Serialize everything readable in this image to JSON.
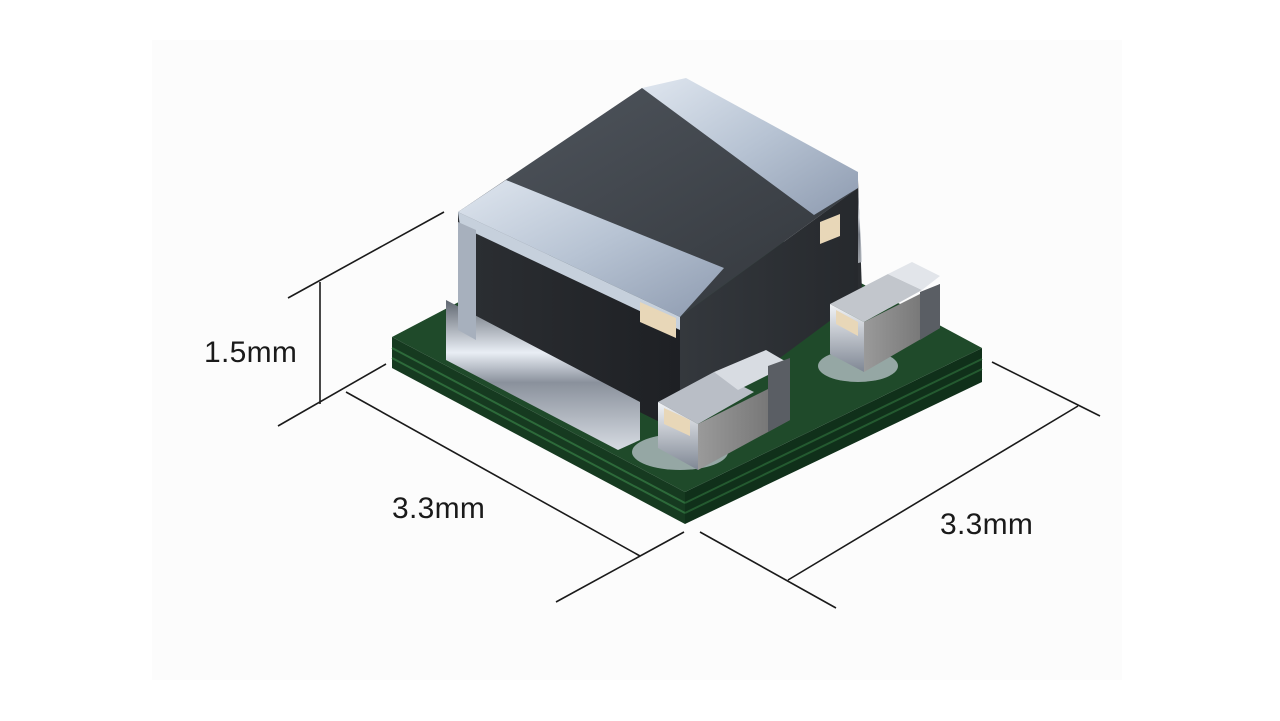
{
  "dimensions": {
    "height_label": "1.5mm",
    "width_left_label": "3.3mm",
    "width_right_label": "3.3mm"
  },
  "colors": {
    "pcb_top": "#1f4a2a",
    "pcb_side": "#163a20",
    "inductor_body": "#3a3d42",
    "terminal_metal": "#aeb8c6",
    "capacitor_body": "#8c8c8c"
  }
}
